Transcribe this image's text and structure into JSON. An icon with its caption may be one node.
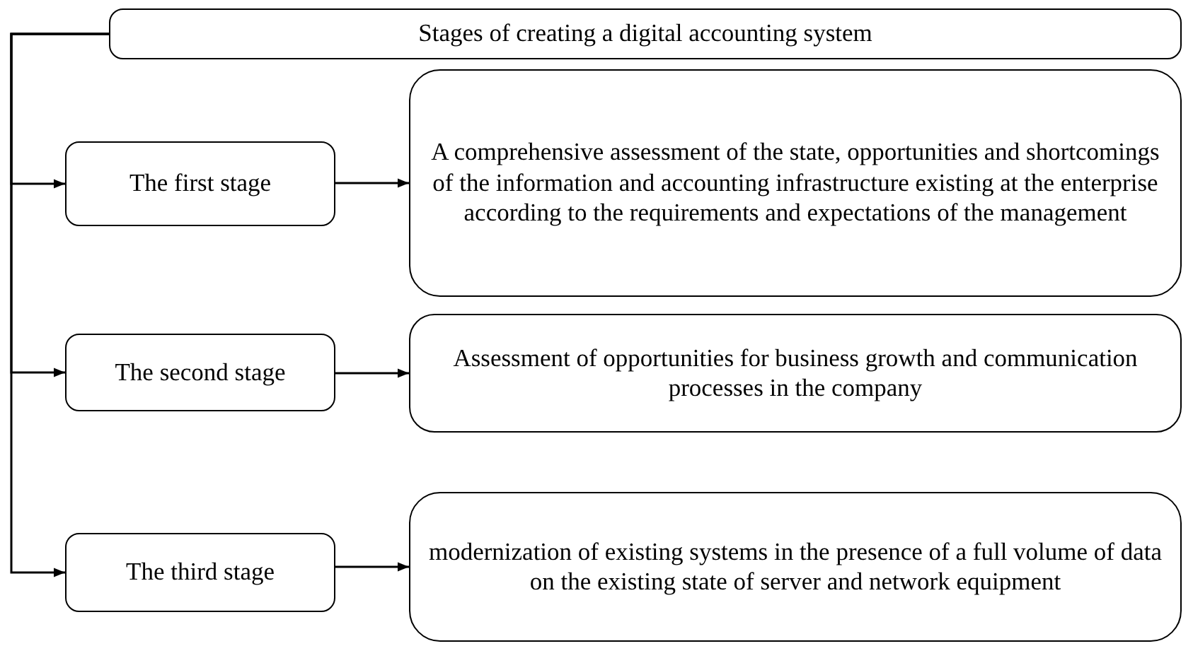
{
  "diagram": {
    "nodes": [
      {
        "text": [
          "Stages of creating a digital accounting system"
        ]
      },
      {
        "text": [
          "The first stage"
        ]
      },
      {
        "text": [
          "A comprehensive assessment of the state, opportunities and shortcomings of the information and accounting infrastructure existing at the enterprise according to the requirements and expectations of the management"
        ]
      },
      {
        "text": [
          "The second stage"
        ]
      },
      {
        "text": [
          "Assessment of opportunities for business growth and communication processes in the company"
        ]
      },
      {
        "text": [
          "The third stage"
        ]
      },
      {
        "text": [
          "modernization of existing systems in the presence of a full volume of data on the existing state of server and network equipment"
        ]
      }
    ],
    "edges": [
      {
        "from": 0,
        "to": 1,
        "arrow": "to"
      },
      {
        "from": 0,
        "to": 3,
        "arrow": "to"
      },
      {
        "from": 0,
        "to": 5,
        "arrow": "to"
      },
      {
        "from": 1,
        "to": 2,
        "arrow": "to"
      },
      {
        "from": 3,
        "to": 4,
        "arrow": "to"
      },
      {
        "from": 5,
        "to": 6,
        "arrow": "to"
      }
    ]
  }
}
